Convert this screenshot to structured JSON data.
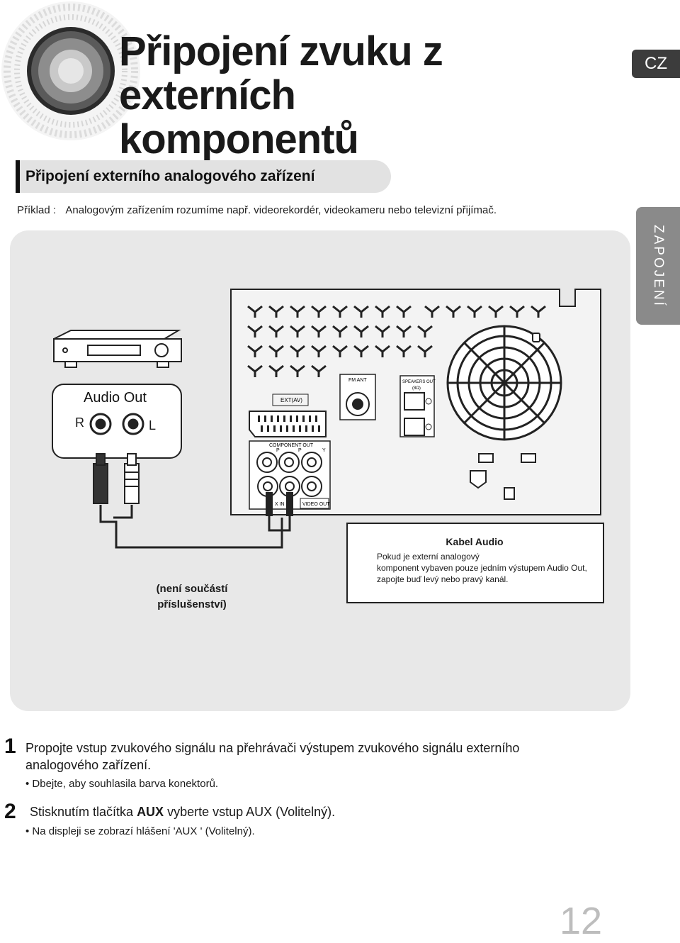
{
  "header": {
    "title_line1": "Připojení zvuku z externích",
    "title_line2": "komponentů",
    "lang_badge": "CZ"
  },
  "section": {
    "title": "Připojení externího analogového zařízení"
  },
  "example": {
    "label": "Příklad :",
    "text": "Analogovým zařízením rozumíme např. videorekordér, videokameru nebo televizní přijímač."
  },
  "side_tab": {
    "label": "ZAPOJENÍ"
  },
  "diagram": {
    "audio_out": "Audio Out",
    "label_r": "R",
    "label_l": "L",
    "not_included": [
      "(není součástí",
      "příslušenství)"
    ],
    "callout_title": "Kabel Audio",
    "callout_body": [
      "Pokud je externí analogový",
      "komponent vybaven pouze jedním výstupem Audio Out,",
      "zapojte buď levý nebo pravý kanál."
    ],
    "port_fm_ant": "FM ANT",
    "port_speakers_out": "SPEAKERS OUT",
    "port_speakers_ohm": "(8Ω)",
    "port_ext_av": "EXT(AV)",
    "port_component_out": "COMPONENT OUT",
    "port_aux_in": "X IN",
    "port_video_out": "VIDEO OUT",
    "port_pr": "P",
    "port_pb": "P",
    "port_y": "Y"
  },
  "steps": [
    {
      "number": "1",
      "text": "Propojte vstup zvukového signálu na přehrávači výstupem zvukového signálu externího analogového zařízení.",
      "bullet": "• Dbejte, aby souhlasila barva konektorů."
    },
    {
      "number": "2",
      "text_before": "Stisknutím tlačítka ",
      "text_bold": "AUX",
      "text_after": " vyberte vstup AUX (Volitelný).",
      "bullet": "• Na displeji se zobrazí hlášení 'AUX ' (Volitelný)."
    }
  ],
  "page_number": "12",
  "colors": {
    "badge_bg": "#3c3c3c",
    "panel_bg": "#e8e8e8",
    "side_tab_bg": "#8a8a8a",
    "page_number": "#bdbdbd"
  }
}
